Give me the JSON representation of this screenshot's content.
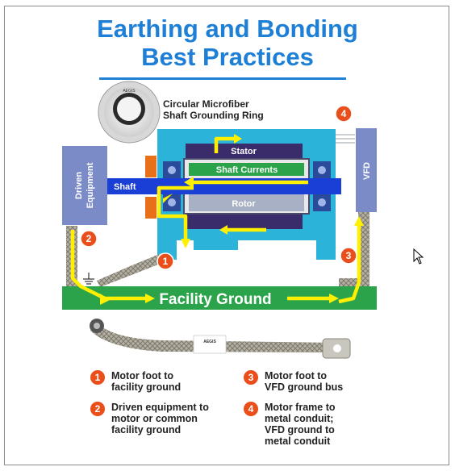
{
  "title_line1": "Earthing and Bonding",
  "title_line2": "Best Practices",
  "ring_label_line1": "Circular Microfiber",
  "ring_label_line2": "Shaft Grounding Ring",
  "ring_brand": "AEGIS",
  "labels": {
    "stator": "Stator",
    "shaft_currents": "Shaft Currents",
    "rotor": "Rotor",
    "shaft": "Shaft",
    "driven_line1": "Driven",
    "driven_line2": "Equipment",
    "vfd": "VFD",
    "facility_ground": "Facility Ground",
    "strap_brand": "AEGIS"
  },
  "badges": [
    "1",
    "2",
    "3",
    "4"
  ],
  "legend": [
    {
      "num": "1",
      "text": "Motor foot to\nfacility ground"
    },
    {
      "num": "2",
      "text": "Driven equipment to\nmotor or common\nfacility ground"
    },
    {
      "num": "3",
      "text": "Motor foot to\nVFD ground bus"
    },
    {
      "num": "4",
      "text": "Motor frame to\nmetal conduit;\nVFD ground to\nmetal conduit"
    }
  ],
  "colors": {
    "title_blue": "#1e7fd6",
    "motor_cyan": "#2bb3d9",
    "stator_purple": "#3a2c6b",
    "shaft_blue": "#1a3fd6",
    "ground_green": "#2aa34a",
    "arrow_yellow": "#ffef00",
    "badge_orange": "#e94e1b",
    "equipment_blue": "#7b8bc8"
  }
}
